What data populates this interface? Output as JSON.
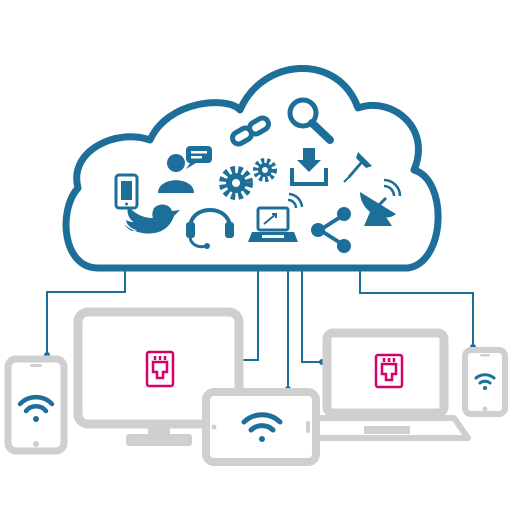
{
  "colors": {
    "cloud_blue": "#1d6f9a",
    "device_gray": "#cfcfcf",
    "device_gray_dark": "#bdbdbd",
    "accent_magenta": "#d6006d",
    "background": "#ffffff"
  },
  "cloud": {
    "icons": [
      "tablet-icon",
      "user-chat-icon",
      "link-icon",
      "search-icon",
      "settings-gears-icon",
      "download-icon",
      "pin-icon",
      "satellite-icon",
      "twitter-bird-icon",
      "headset-icon",
      "laptop-wifi-icon",
      "share-icon"
    ]
  },
  "devices": {
    "items": [
      "smartphone-left",
      "desktop-monitor",
      "tablet",
      "laptop",
      "smartphone-right"
    ],
    "symbols": [
      "wifi-icon",
      "ethernet-port-icon"
    ]
  }
}
